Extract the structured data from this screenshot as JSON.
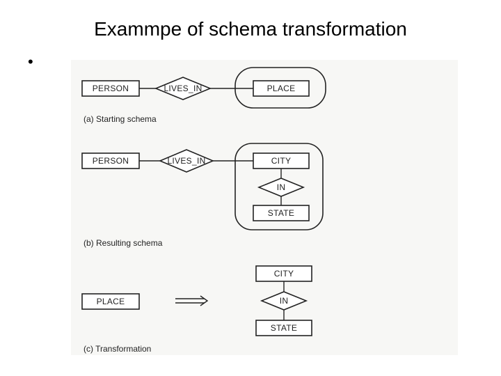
{
  "title": "Exammpe of schema transformation",
  "bullet": "•",
  "diagram": {
    "a": {
      "entity_person": "PERSON",
      "relationship": "LIVES_IN",
      "entity_place": "PLACE",
      "caption": "(a) Starting schema"
    },
    "b": {
      "entity_person": "PERSON",
      "relationship": "LIVES_IN",
      "entity_city": "CITY",
      "relationship_in": "IN",
      "entity_state": "STATE",
      "caption": "(b) Resulting schema"
    },
    "c": {
      "entity_place": "PLACE",
      "arrow": "⟹",
      "entity_city": "CITY",
      "relationship_in": "IN",
      "entity_state": "STATE",
      "caption": "(c) Transformation"
    }
  }
}
